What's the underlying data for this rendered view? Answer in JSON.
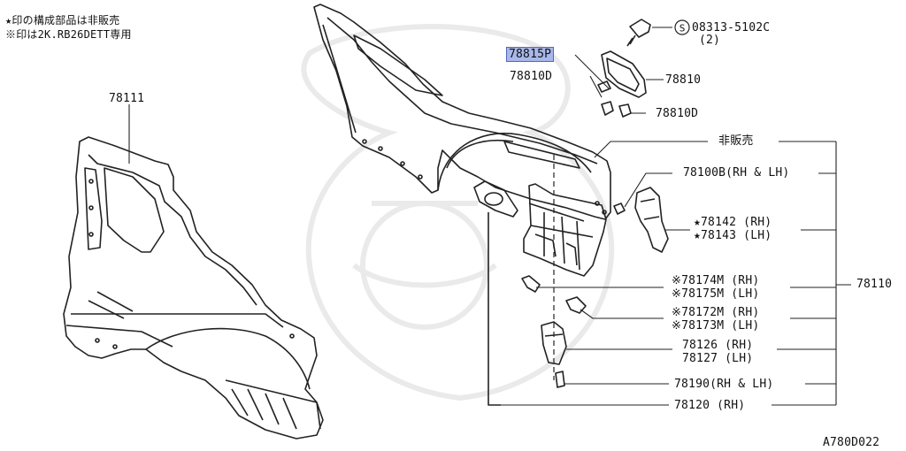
{
  "notes": {
    "line1": "★印の構成部品は非販売",
    "line2": "※印は2K.RB26DETT専用"
  },
  "diagram_id": "A780D022",
  "parts": {
    "p78111": "78111",
    "p08313": "08313-5102C",
    "p08313_qty": "(2)",
    "p78815p": "78815P",
    "p78810d_top": "78810D",
    "p78810": "78810",
    "p78810d_bottom": "78810D",
    "not_sold": "非販売",
    "p78100b": "78100B(RH & LH)",
    "p78142": "★78142 (RH)",
    "p78143": "★78143 (LH)",
    "p78174m": "※78174M (RH)",
    "p78175m": "※78175M (LH)",
    "p78110": "78110",
    "p78172m": "※78172M (RH)",
    "p78173m": "※78173M (LH)",
    "p78126": "78126 (RH)",
    "p78127": "78127 (LH)",
    "p78190": "78190(RH & LH)",
    "p78120": "78120 (RH)"
  },
  "colors": {
    "line": "#222222",
    "highlight": "#a9b7ea",
    "watermark": "#e6e6e6"
  },
  "icons": {
    "screw": "screw-icon",
    "circled_s": "circled-s-icon"
  }
}
